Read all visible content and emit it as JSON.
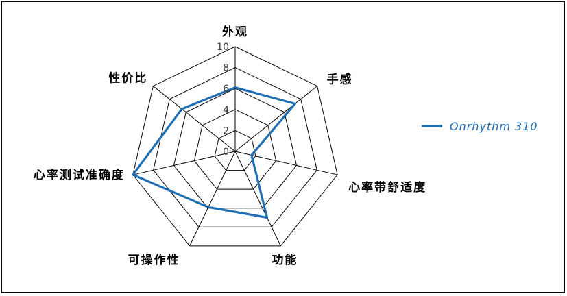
{
  "chart_data": {
    "type": "radar",
    "title": "",
    "categories": [
      "外观",
      "手感",
      "心率带舒适度",
      "功能",
      "可操作性",
      "心率测试准确度",
      "性价比"
    ],
    "tick_labels": [
      "0",
      "2",
      "4",
      "6",
      "8",
      "10"
    ],
    "tick_values": [
      0,
      2,
      4,
      6,
      8,
      10
    ],
    "rlim": [
      0,
      10
    ],
    "grid": true,
    "legend_position": "right",
    "series": [
      {
        "name": "Onrhythm 310",
        "color": "#1f6fb5",
        "values": [
          6.1,
          7.3,
          1.6,
          7.0,
          5.9,
          10.0,
          6.5
        ]
      }
    ]
  },
  "axis_labels": {
    "appearance": "外观",
    "feel": "手感",
    "strap_comfort": "心率带舒适度",
    "function": "功能",
    "operability": "可操作性",
    "hr_accuracy": "心率测试准确度",
    "value_for_money": "性价比"
  },
  "ticks": {
    "t0": "0",
    "t2": "2",
    "t4": "4",
    "t6": "6",
    "t8": "8",
    "t10": "10"
  },
  "legend": {
    "items": [
      {
        "label": "Onrhythm 310",
        "color": "#1f6fb5"
      }
    ]
  },
  "colors": {
    "series": "#1f6fb5",
    "grid": "#000000",
    "frame": "#000000",
    "background": "#ffffff",
    "tick_text": "#3a3a3a"
  }
}
